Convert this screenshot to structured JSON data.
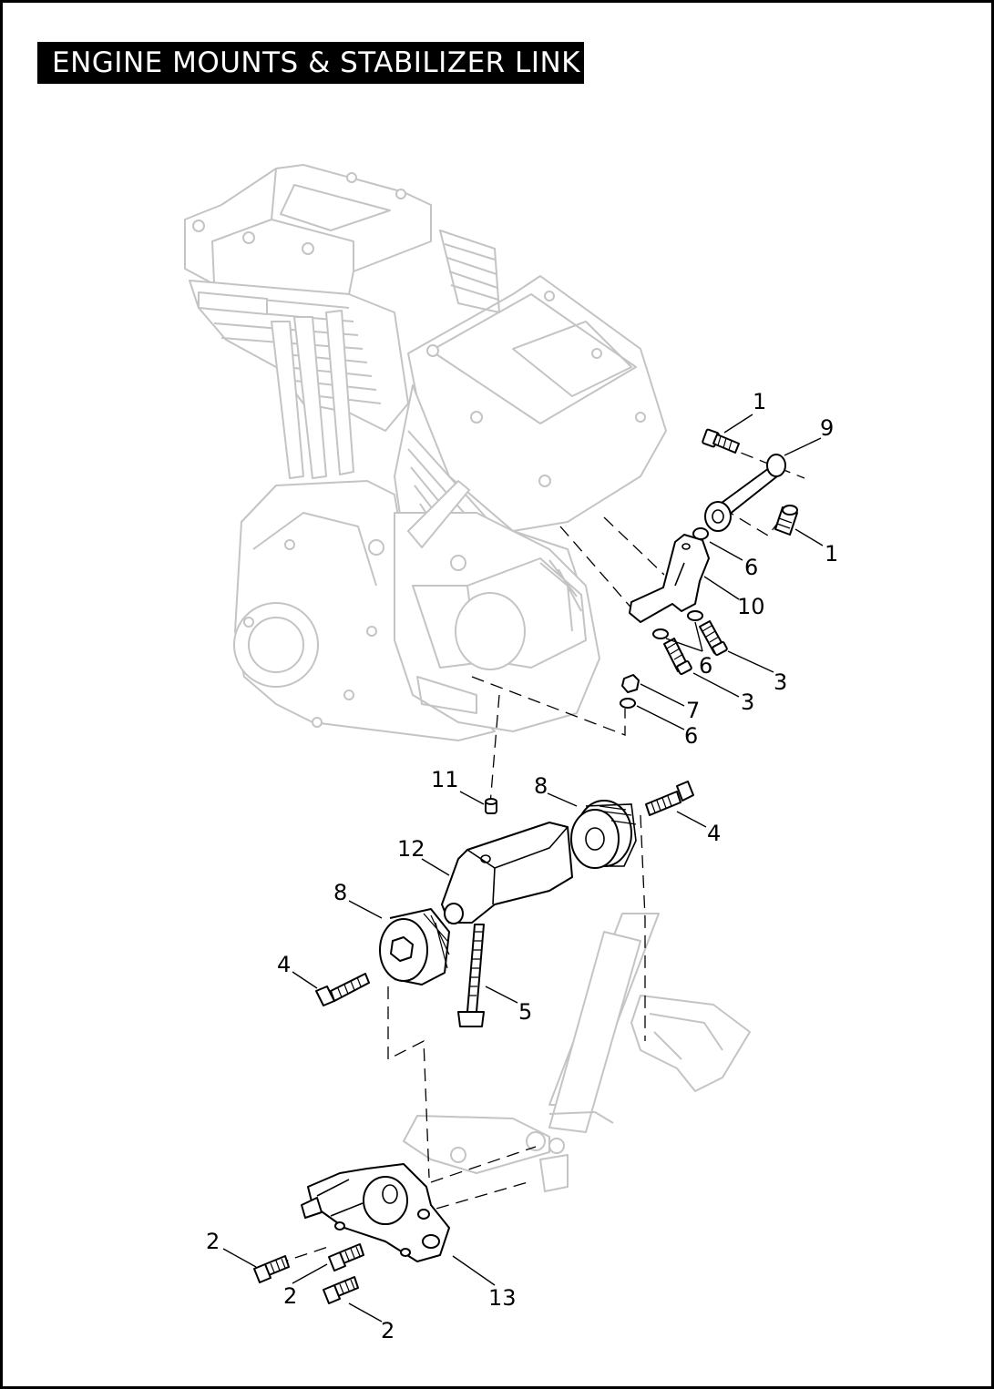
{
  "title": "ENGINE MOUNTS & STABILIZER LINK",
  "callouts": [
    {
      "id": "c1a",
      "text": "1"
    },
    {
      "id": "c9",
      "text": "9"
    },
    {
      "id": "c1b",
      "text": "1"
    },
    {
      "id": "c6a",
      "text": "6"
    },
    {
      "id": "c10",
      "text": "10"
    },
    {
      "id": "c6b",
      "text": "6"
    },
    {
      "id": "c3a",
      "text": "3"
    },
    {
      "id": "c3b",
      "text": "3"
    },
    {
      "id": "c7",
      "text": "7"
    },
    {
      "id": "c6c",
      "text": "6"
    },
    {
      "id": "c11",
      "text": "11"
    },
    {
      "id": "c8a",
      "text": "8"
    },
    {
      "id": "c4a",
      "text": "4"
    },
    {
      "id": "c12",
      "text": "12"
    },
    {
      "id": "c8b",
      "text": "8"
    },
    {
      "id": "c4b",
      "text": "4"
    },
    {
      "id": "c5",
      "text": "5"
    },
    {
      "id": "c2a",
      "text": "2"
    },
    {
      "id": "c2b",
      "text": "2"
    },
    {
      "id": "c13",
      "text": "13"
    },
    {
      "id": "c2c",
      "text": "2"
    }
  ]
}
